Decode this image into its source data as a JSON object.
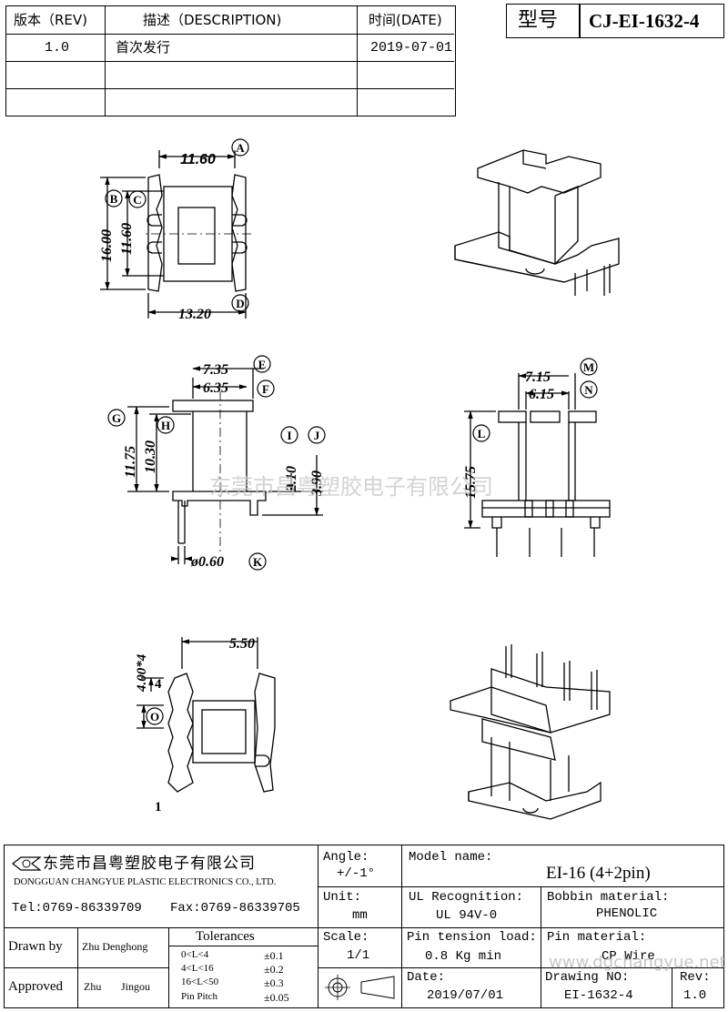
{
  "revision_table": {
    "headers": {
      "rev": "版本（REV)",
      "description": "描述（DESCRIPTION)",
      "date": "时间(DATE)"
    },
    "rows": [
      {
        "rev": "1.0",
        "description": "首次发行",
        "date": "2019-07-01"
      }
    ]
  },
  "model_box": {
    "label": "型号",
    "value": "CJ-EI-1632-4"
  },
  "watermark": "东莞市昌粤塑胶电子有限公司",
  "dimensions": {
    "top_width": "11.60",
    "tag_a": "A",
    "height_b": "16.00",
    "tag_b": "B",
    "height_c": "11.60",
    "tag_c": "C",
    "bottom_width": "13.20",
    "tag_d": "D",
    "e": "7.35",
    "tag_e": "E",
    "f": "6.35",
    "tag_f": "F",
    "g": "11.75",
    "tag_g": "G",
    "h": "10.30",
    "tag_h": "H",
    "i": "2.10",
    "tag_i": "I",
    "j": "3.90",
    "tag_j": "J",
    "k": "ø0.60",
    "tag_k": "K",
    "m": "7.15",
    "tag_m": "M",
    "n": "6.15",
    "tag_n": "N",
    "l": "15.75",
    "tag_l": "L",
    "pitch": "5.50",
    "pin_spacing": "4.00*4",
    "tag_o": "O",
    "pin_4": "4",
    "pin_1": "1"
  },
  "title_block": {
    "company_cn": "东莞市昌粤塑胶电子有限公司",
    "company_en": "DONGGUAN CHANGYUE PLASTIC ELECTRONICS CO., LTD.",
    "tel": "Tel:0769-86339709",
    "fax": "Fax:0769-86339705",
    "angle_label": "Angle:",
    "angle_value": "+/-1°",
    "unit_label": "Unit:",
    "unit_value": "mm",
    "scale_label": "Scale:",
    "scale_value": "1/1",
    "model_name_label": "Model name:",
    "model_name_value": "EI-16 (4+2pin)",
    "ul_label": "UL Recognition:",
    "ul_value": "UL 94V-0",
    "bobbin_label": "Bobbin material:",
    "bobbin_value": "PHENOLIC",
    "pin_tension_label": "Pin tension load:",
    "pin_tension_value": "0.8 Kg min",
    "pin_material_label": "Pin material:",
    "pin_material_value": "CP Wire",
    "date_label": "Date:",
    "date_value": "2019/07/01",
    "drawing_no_label": "Drawing NO:",
    "drawing_no_value": "EI-1632-4",
    "rev_label": "Rev:",
    "rev_value": "1.0",
    "drawn_by_label": "Drawn by",
    "drawn_by_value": "Zhu Denghong",
    "approved_label": "Approved",
    "approved_value_1": "Zhu",
    "approved_value_2": "Jingou",
    "tolerances_title": "Tolerances",
    "tolerances": [
      {
        "range": "0<L<4",
        "value": "±0.1"
      },
      {
        "range": "4<L<16",
        "value": "±0.2"
      },
      {
        "range": "16<L<50",
        "value": "±0.3"
      },
      {
        "range": "Pin Pitch",
        "value": "±0.05"
      }
    ],
    "website_watermark": "www.dgchangyue.net"
  }
}
